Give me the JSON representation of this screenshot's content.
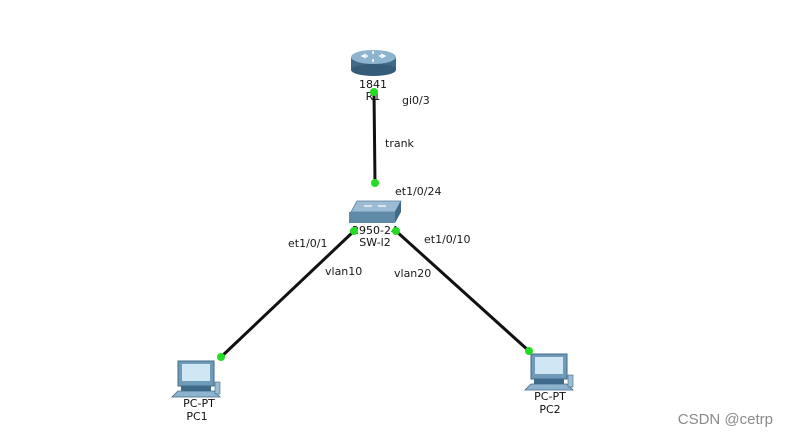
{
  "devices": {
    "router": {
      "model": "1841",
      "name": "R1"
    },
    "switch": {
      "model": "2950-24",
      "name": "SW-l2"
    },
    "pc1": {
      "model": "PC-PT",
      "name": "PC1"
    },
    "pc2": {
      "model": "PC-PT",
      "name": "PC2"
    }
  },
  "links": {
    "router_switch": {
      "router_port": "gi0/3",
      "label": "trank",
      "switch_port": "et1/0/24"
    },
    "switch_pc1": {
      "switch_port": "et1/0/1",
      "vlan": "vlan10"
    },
    "switch_pc2": {
      "switch_port": "et1/0/10",
      "vlan": "vlan20"
    }
  },
  "colors": {
    "link": "#111111",
    "port_up": "#22dd22",
    "device_body": "#6f9ab8",
    "device_dark": "#3f6a88"
  },
  "watermark": "CSDN @cetrp"
}
